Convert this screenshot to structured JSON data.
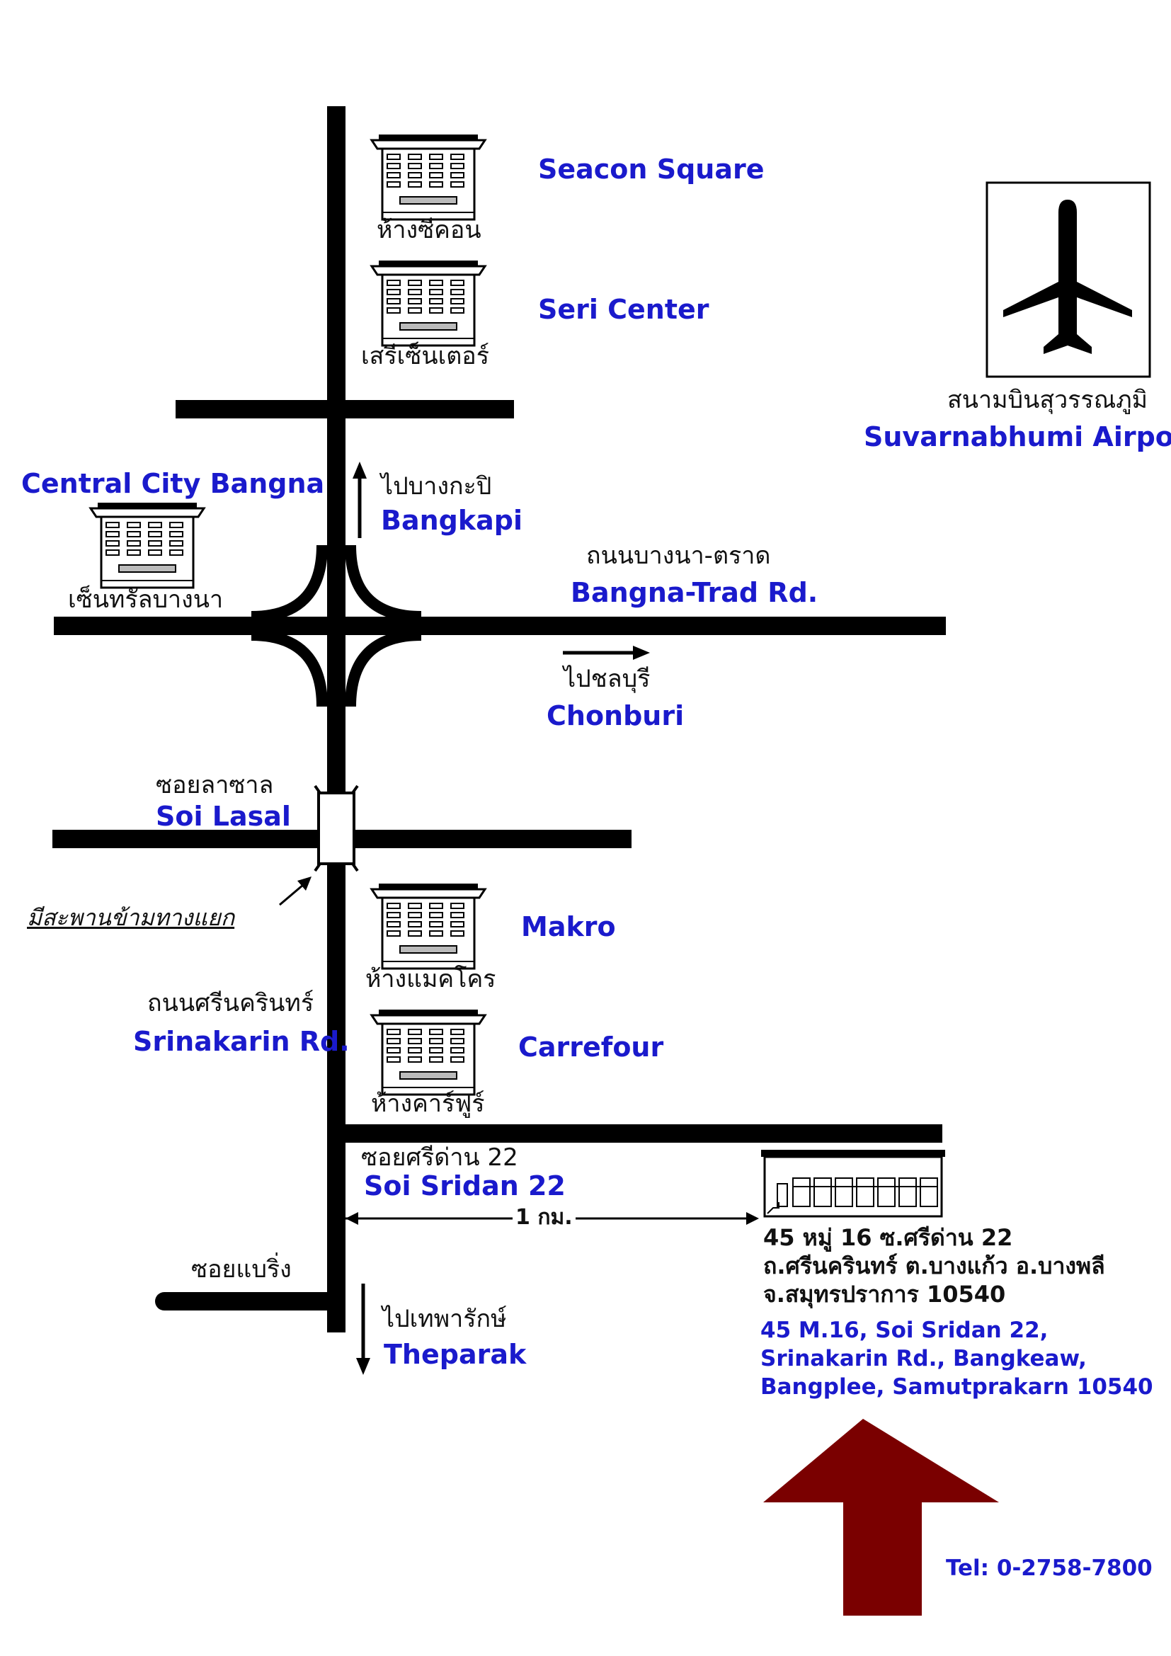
{
  "colors": {
    "road": "#000000",
    "label_blue": "#1a1acc",
    "label_black": "#111111",
    "arrow_maroon": "#7a0000"
  },
  "icons": {
    "building": "building-icon",
    "plane": "airplane-icon",
    "arrow": "arrow-icon"
  },
  "landmarks": {
    "seacon": {
      "en": "Seacon Square",
      "th": "ห้างซีคอน"
    },
    "seri": {
      "en": "Seri Center",
      "th": "เสรีเซ็นเตอร์"
    },
    "central": {
      "en": "Central City Bangna",
      "th": "เซ็นทรัลบางนา"
    },
    "makro": {
      "en": "Makro",
      "th": "ห้างแมคโคร"
    },
    "carrefour": {
      "en": "Carrefour",
      "th": "ห้างคาร์ฟูร์"
    },
    "airport": {
      "en": "Suvarnabhumi Airport",
      "th": "สนามบินสุวรรณภูมิ"
    }
  },
  "directions": {
    "bangkapi": {
      "th": "ไปบางกะปิ",
      "en": "Bangkapi"
    },
    "chonburi": {
      "th": "ไปชลบุรี",
      "en": "Chonburi"
    },
    "theparak": {
      "th": "ไปเทพารักษ์",
      "en": "Theparak"
    }
  },
  "roads": {
    "bangna_trad": {
      "th": "ถนนบางนา-ตราด",
      "en": "Bangna-Trad Rd."
    },
    "soi_lasal": {
      "th": "ซอยลาซาล",
      "en": "Soi Lasal"
    },
    "srinakarin": {
      "th": "ถนนศรีนครินทร์",
      "en": "Srinakarin Rd."
    },
    "soi_sridan": {
      "th": "ซอยศรีด่าน 22",
      "en": "Soi Sridan 22"
    },
    "soi_baring": {
      "th": "ซอยแบริ่ง"
    }
  },
  "overpass_note": "มีสะพานข้ามทางแยก",
  "distance_label": "1 กม.",
  "address": {
    "th_lines": [
      "45 หมู่ 16 ซ.ศรีด่าน 22",
      "ถ.ศรีนครินทร์ ต.บางแก้ว อ.บางพลี",
      "จ.สมุทรปราการ 10540"
    ],
    "en_lines": [
      "45 M.16, Soi Sridan 22,",
      "Srinakarin Rd., Bangkeaw,",
      "Bangplee, Samutprakarn 10540"
    ]
  },
  "tel": "Tel: 0-2758-7800"
}
